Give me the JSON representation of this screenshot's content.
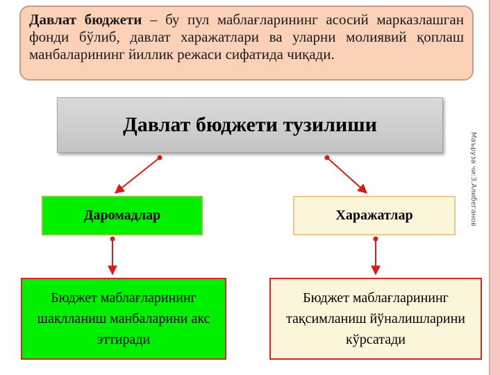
{
  "definition": {
    "term": "Давлат бюджети",
    "text": " – бу пул маблағларининг асосий марказлашган фонди бўлиб, давлат харажатлари ва уларни молиявий қоплаш манбаларининг йиллик режаси сифатида чиқади."
  },
  "diagram": {
    "title": "Давлат бюджети тузилиши",
    "income_label": "Даромадлар",
    "expense_label": "Харажатлар",
    "income_description": "Бюджет маблағларининг шаклланиш манбаларини акс эттиради",
    "expense_description": "Бюджет маблағларининг тақсимланиш йўналишларини кўрсатади"
  },
  "side_note": "Маъруза чи:З.Алибеганов",
  "colors": {
    "arrow": "#d91a1a",
    "income_fill": "#00f000",
    "expense_fill": "#fbf5d9",
    "definition_fill": "#fbd1b7"
  }
}
